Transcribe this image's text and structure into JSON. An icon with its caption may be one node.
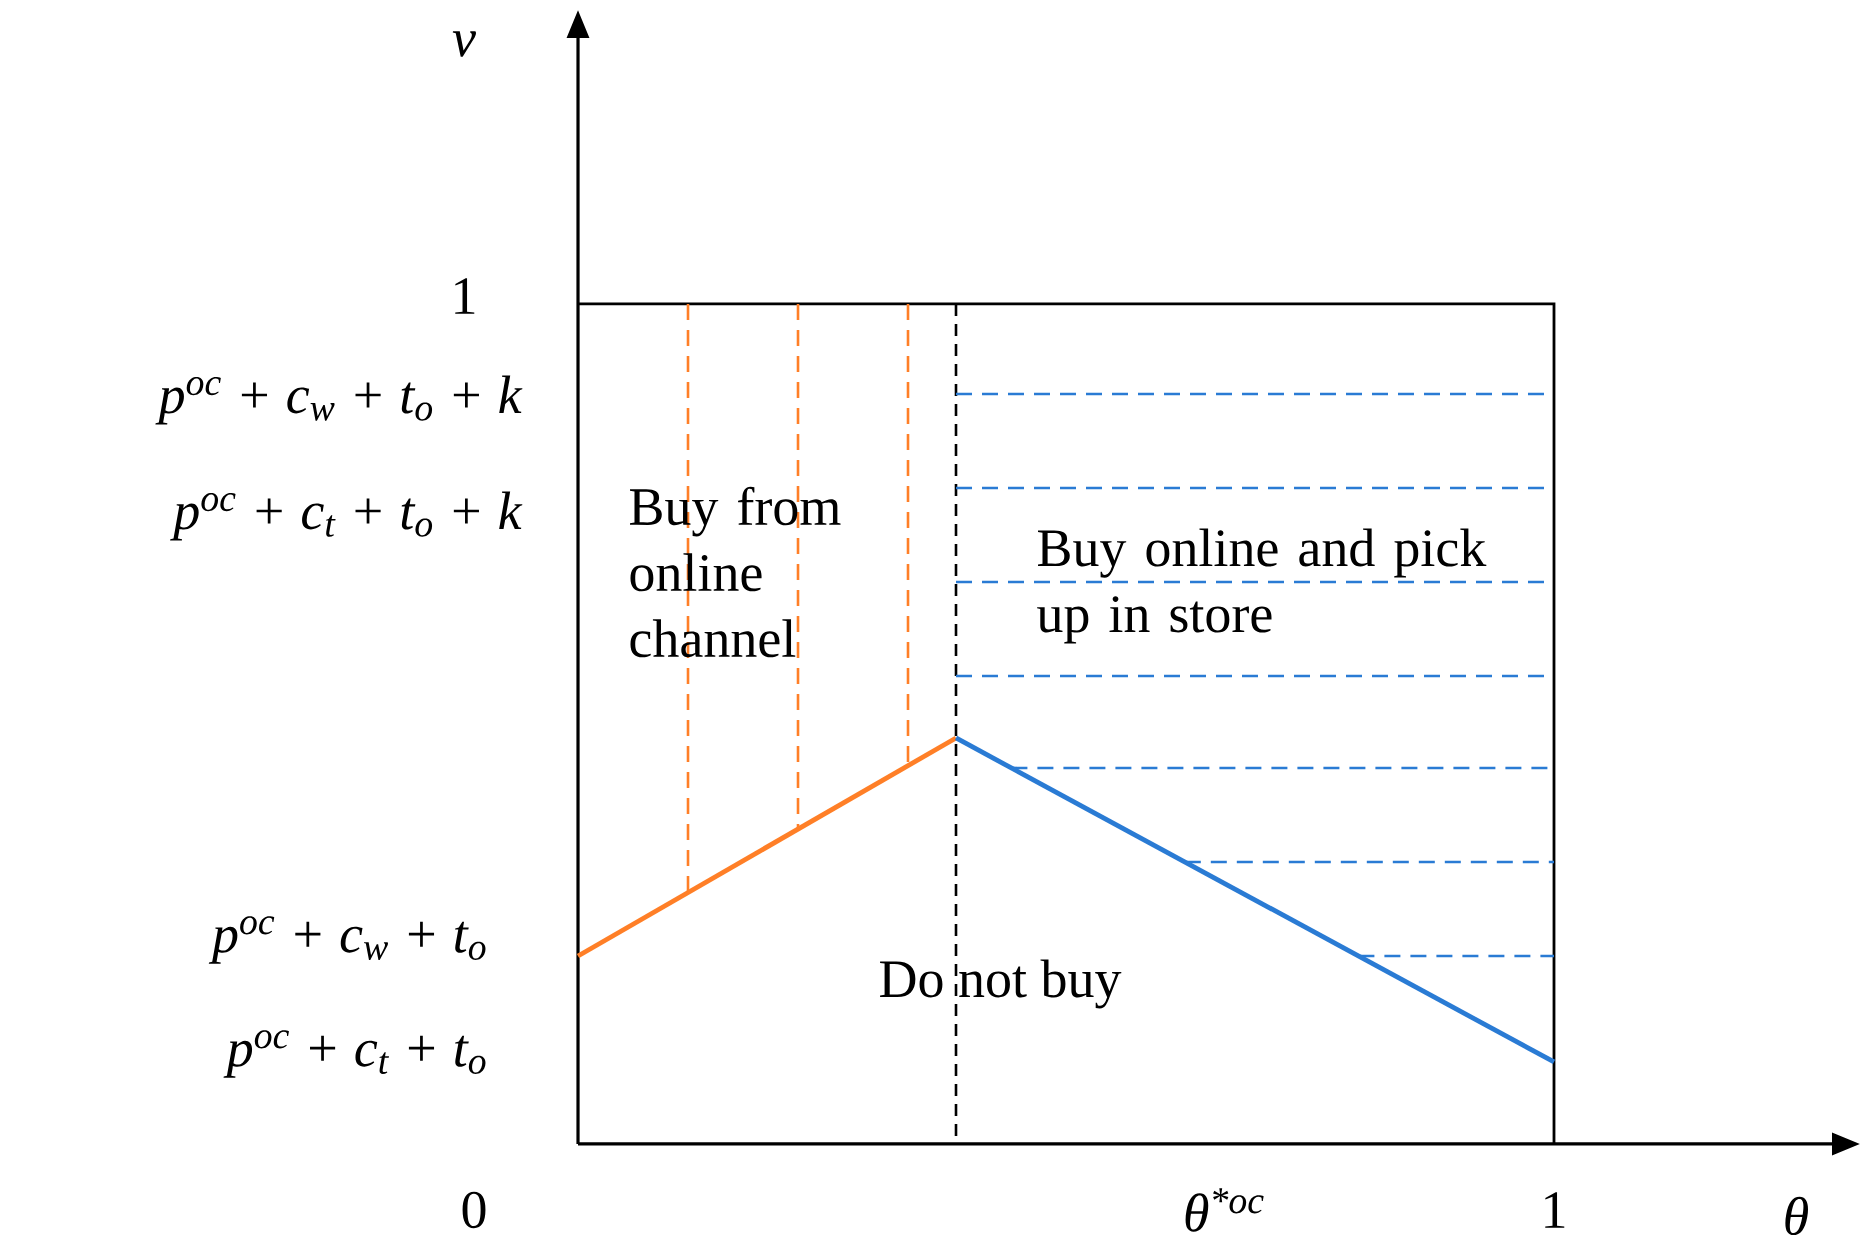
{
  "diagram": {
    "labels": [
      "v",
      "1",
      "p$^{oc}$ + c$_{w}$ + t$_{o}$ + k",
      "p$^{oc}$ + c$_{t}$ + t$_{o}$ + k",
      "p$^{oc}$ + c$_{w}$ + t$_{o}$",
      "p$^{oc}$ + c$_{t}$ + t$_{o}$",
      "0",
      "θ$^{*oc}$",
      "1",
      "θ",
      "Buy from online channel",
      "Buy online and pick up in store",
      "Do not buy"
    ]
  }
}
